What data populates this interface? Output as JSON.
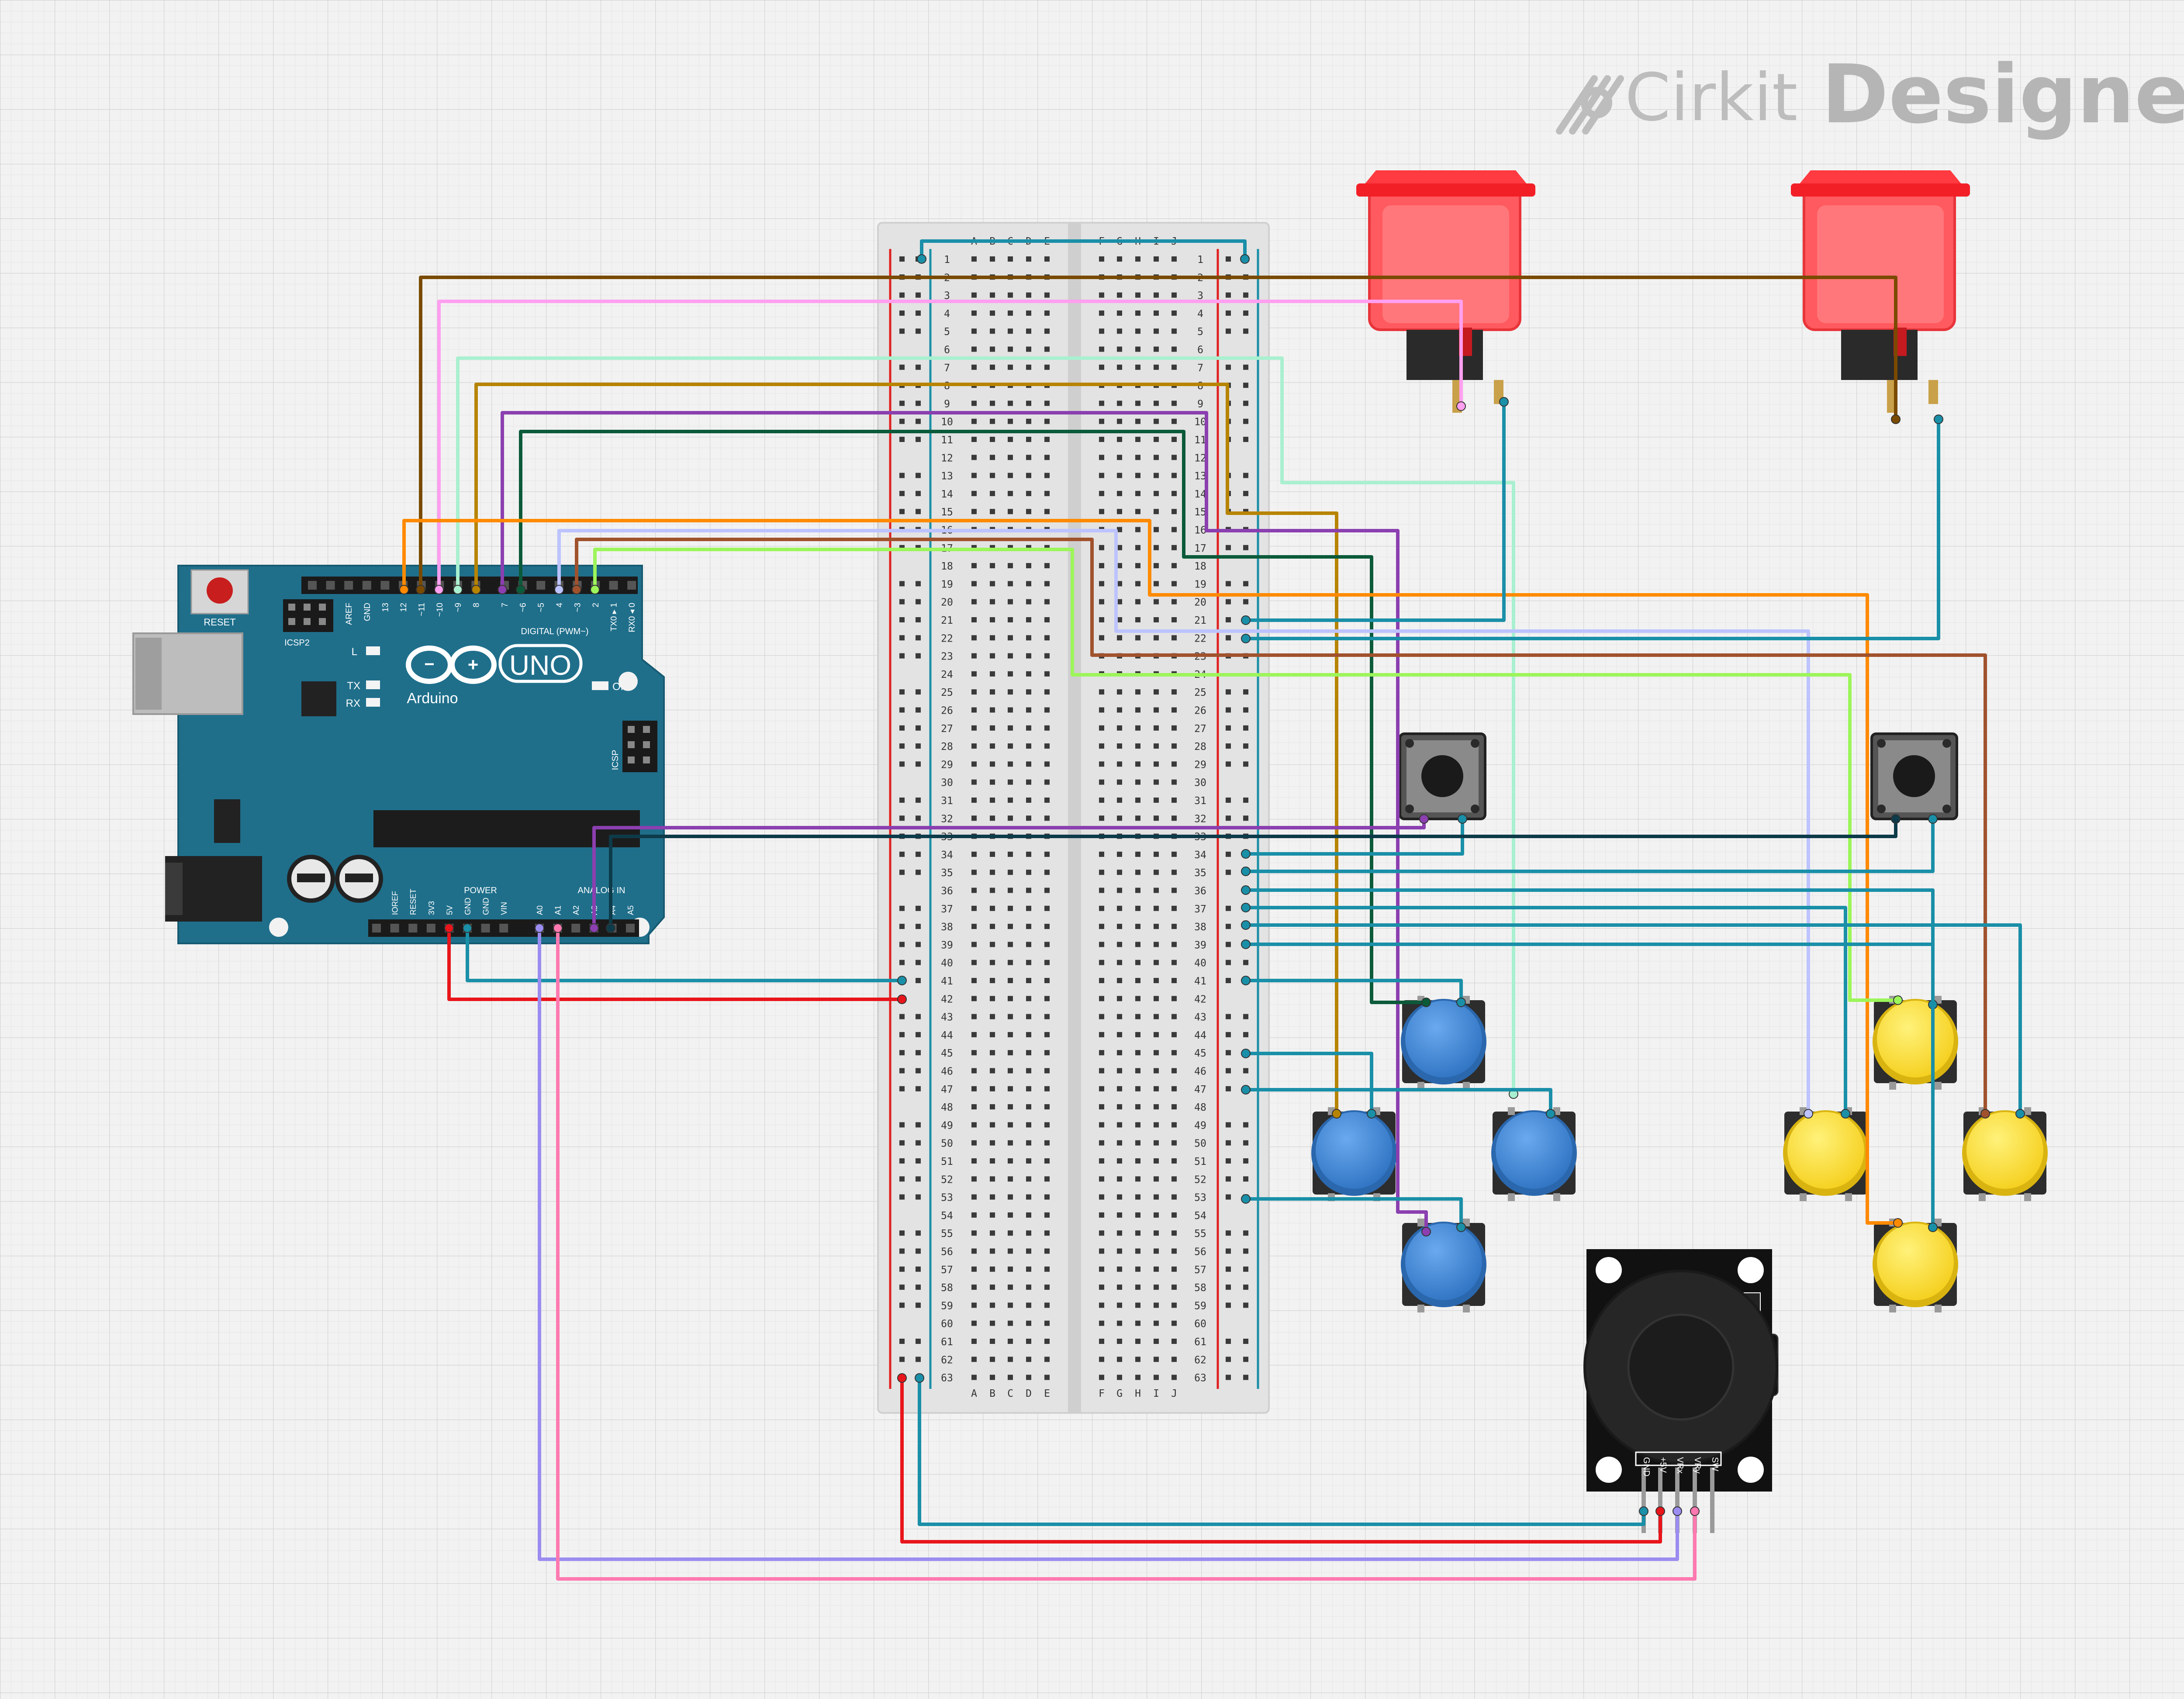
{
  "brand": {
    "prefix": "Cirkit",
    "name": "Designer"
  },
  "arduino": {
    "logo_text": "Arduino",
    "uno_text": "UNO",
    "reset_label": "RESET",
    "icsp2_label": "ICSP2",
    "icsp_label": "ICSP",
    "led_l": "L",
    "led_tx": "TX",
    "led_rx": "RX",
    "led_on": "ON",
    "digital_label": "DIGITAL (PWM~)",
    "power_label": "POWER",
    "analog_label": "ANALOG IN",
    "digital_pins": [
      "AREF",
      "GND",
      "13",
      "12",
      "~11",
      "~10",
      "~9",
      "8",
      "7",
      "~6",
      "~5",
      "4",
      "~3",
      "2",
      "TX0 ▸ 1",
      "RX0 ◂ 0"
    ],
    "power_pins": [
      "IOREF",
      "RESET",
      "3V3",
      "5V",
      "GND",
      "GND",
      "VIN"
    ],
    "analog_pins": [
      "A0",
      "A1",
      "A2",
      "A3",
      "A4",
      "A5"
    ]
  },
  "breadboard": {
    "rows": 63,
    "left_cols": [
      "A",
      "B",
      "C",
      "D",
      "E"
    ],
    "right_cols": [
      "F",
      "G",
      "H",
      "I",
      "J"
    ]
  },
  "joystick": {
    "pins": [
      "GND",
      "+5V",
      "VRx",
      "VRy",
      "SW"
    ]
  },
  "components": {
    "arcade_buttons": 2,
    "tactile_switches": 2,
    "blue_buttons": 4,
    "yellow_buttons": 4
  },
  "colors": {
    "arduino_board": "#1f6f8b",
    "wire_teal": "#1a8fa8",
    "wire_red": "#e8151b",
    "arcade_red": "#ff4a4f",
    "blue_button": "#3b86d6",
    "yellow_button": "#ffe033"
  }
}
